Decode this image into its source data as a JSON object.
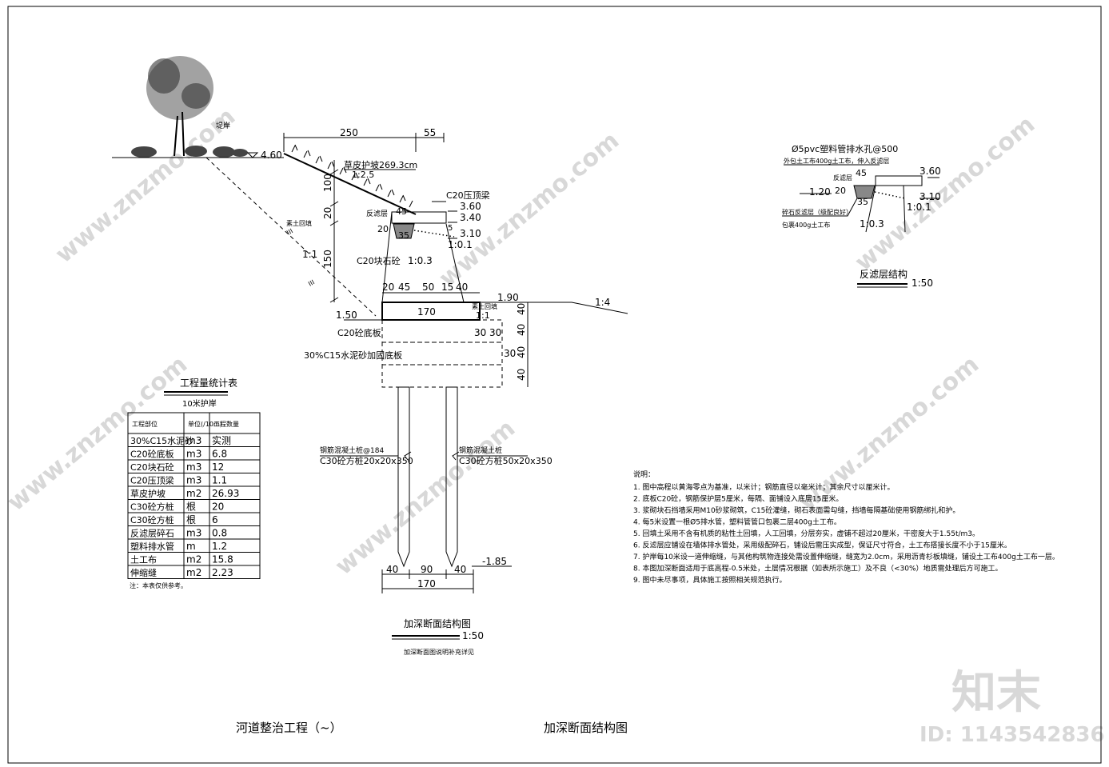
{
  "watermark": {
    "site": "www.znzmo.com",
    "brand": "知末",
    "id": "ID: 1143542836"
  },
  "main_section": {
    "title": "加深断面结构图",
    "scale": "1:50",
    "subnote": "加深断面图说明补充详见",
    "dims": {
      "top_250": "250",
      "top_55": "55",
      "elev_460": "4.60",
      "slope_label": "草皮护坡269.3cm",
      "slope_ratio": "1:2.5",
      "dim_100": "100",
      "dim_20": "20",
      "dim_150": "150",
      "slope_11": "1:1",
      "fill_label": "素土回填",
      "c20_pressure": "C20压顶梁",
      "elev_360": "3.60",
      "elev_340": "3.40",
      "elev_310": "3.10",
      "filter": "反滤层",
      "d45": "45",
      "d20b": "20",
      "d35": "35",
      "d5": "5",
      "r01": "1:0.1",
      "c20_stone": "C20块石砼",
      "r03": "1:0.3",
      "b20": "20",
      "b45": "45",
      "b50": "50",
      "b15": "15",
      "b40": "40",
      "elev_190": "1.90",
      "r14": "1:4",
      "w170": "170",
      "soil_back": "素土回填",
      "r11b": "1:1",
      "elev_150": "1.50",
      "c20_base": "C20砼底板",
      "d30a": "30",
      "d30b": "30",
      "d30c": "30",
      "v40a": "40",
      "v40b": "40",
      "v40c": "40",
      "v40d": "40",
      "cement_layer": "30%C15水泥砂加固底板",
      "rebar_left": "钢筋混凝土桩@184",
      "pile_left": "C30砼方桩20x20x350",
      "rebar_right": "钢筋混凝土桩",
      "pile_right": "C30砼方桩50x20x350",
      "elev_m185": "-1.85",
      "p40a": "40",
      "p90": "90",
      "p40b": "40",
      "p170": "170",
      "bank": "堤岸"
    }
  },
  "filter_detail": {
    "title": "反滤层结构",
    "scale": "1:50",
    "pvc": "Ø5pvc塑料管排水孔@500",
    "wrap": "外包土工布400g土工布，伸入反滤层",
    "filter_label": "反滤层",
    "d45": "45",
    "d20": "20",
    "d35": "35",
    "elev_360": "3.60",
    "elev_310": "3.10",
    "elev_120": "1.20",
    "r01": "1:0.1",
    "r03": "1:0.3",
    "gravel": "碎石反滤层（级配良好）",
    "cloth": "包裹400g土工布"
  },
  "stats_table": {
    "title": "工程量统计表",
    "subtitle": "10米护岸",
    "headers": [
      "工程部位",
      "单位(/10m)",
      "工程数量"
    ],
    "rows": [
      [
        "30%C15水泥砂",
        "m3",
        "实测"
      ],
      [
        "C20砼底板",
        "m3",
        "6.8"
      ],
      [
        "C20块石砼",
        "m3",
        "12"
      ],
      [
        "C20压顶梁",
        "m3",
        "1.1"
      ],
      [
        "草皮护坡",
        "m2",
        "26.93"
      ],
      [
        "C30砼方桩",
        "根",
        "20"
      ],
      [
        "C30砼方桩",
        "根",
        "6"
      ],
      [
        "反滤层碎石",
        "m3",
        "0.8"
      ],
      [
        "塑料排水管",
        "m",
        "1.2"
      ],
      [
        "土工布",
        "m2",
        "15.8"
      ],
      [
        "伸缩缝",
        "m2",
        "2.23"
      ]
    ],
    "note": "注：本表仅供参考。"
  },
  "notes": {
    "title": "说明：",
    "items": [
      "1. 图中高程以黄海零点为基准，以米计；钢筋直径以毫米计；其余尺寸以厘米计。",
      "2. 底板C20砼，钢筋保护层5厘米，每隔、面铺设入底层15厘米。",
      "3. 浆砌块石挡墙采用M10砂浆砌筑，C15砼灌缝，砌石表面需勾缝，挡墙每隔基础使用钢筋绑扎和护。",
      "4. 每5米设置一根Ø5排水管，塑料管管口包裹二层400g土工布。",
      "5. 回填土采用不含有机质的粘性土回填，人工回填，分层夯实，虚铺不超过20厘米，干密度大于1.55t/m3。",
      "6. 反滤层应铺设在墙体排水管处，采用级配碎石，铺设后需压实成型，保证尺寸符合，土工布搭接长度不小于15厘米。",
      "7. 护岸每10米设一道伸缩缝，与其他构筑物连接处需设置伸缩缝，缝宽为2.0cm，采用沥青杉板填缝，铺设土工布400g土工布一层。",
      "8. 本图加深断面适用于底高程-0.5米处，土层情况根据（如表所示施工）及不良（<30%）地质需处理后方可施工。",
      "9. 图中未尽事项，具体施工按照相关规范执行。"
    ]
  },
  "title_block": {
    "project": "河道整治工程（~）",
    "drawing": "加深断面结构图"
  }
}
